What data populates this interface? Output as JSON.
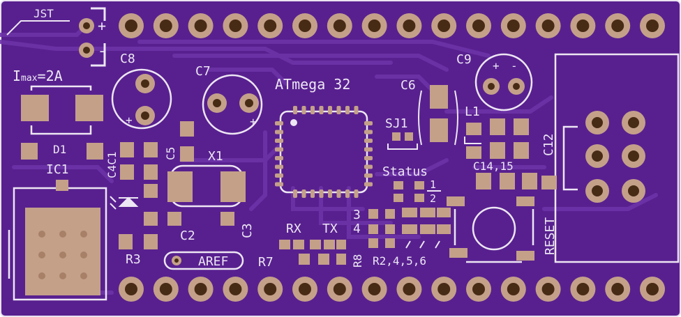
{
  "colors": {
    "board": "#58208f",
    "board_edge": "#e9e2f0",
    "trace": "#6d33a8",
    "trace_dark": "#4a1a7a",
    "pad": "#c4a089",
    "drill": "#472b15",
    "silk": "#ede6f4"
  },
  "labels": {
    "jst": "JST",
    "plus": "+",
    "minus": "-",
    "imax_prefix": "I",
    "imax_sub": "max",
    "imax_value": "=2A",
    "c8": "C8",
    "c7": "C7",
    "atmega": "ATmega 32",
    "c6": "C6",
    "c9": "C9",
    "l1": "L1",
    "sj1": "SJ1",
    "c12": "C12",
    "d1": "D1",
    "ic1": "IC1",
    "c4c1": "C4C1",
    "c5": "C5",
    "x1": "X1",
    "status": "Status",
    "c14_15": "C14,15",
    "one": "1",
    "two": "2",
    "three": "3",
    "four": "4",
    "reset": "RESET",
    "c2": "C2",
    "c3": "C3",
    "rx": "RX",
    "tx": "TX",
    "r3": "R3",
    "aref": "AREF",
    "r7": "R7",
    "r8": "R8",
    "r2456": "R2,4,5,6",
    "c9_plus": "+",
    "c9_minus": "-"
  }
}
